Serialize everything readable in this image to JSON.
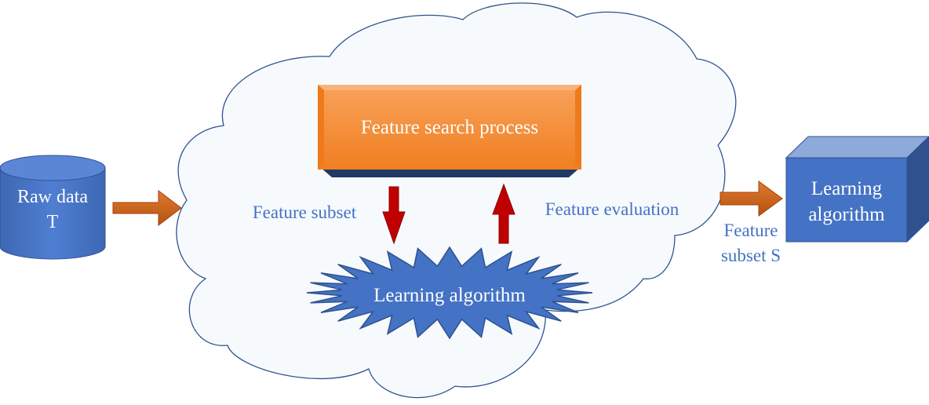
{
  "raw_data": {
    "line1": "Raw data",
    "line2": "T"
  },
  "search_process": {
    "label": "Feature search process"
  },
  "learning_algorithm_inner": {
    "label": "Learning algorithm"
  },
  "feature_subset_label": "Feature subset",
  "feature_evaluation_label": "Feature evaluation",
  "feature_subset_s": {
    "line1": "Feature",
    "line2": "subset S"
  },
  "learning_algorithm_output": {
    "line1": "Learning",
    "line2": "algorithm"
  },
  "colors": {
    "blue_fill": "#4472c4",
    "blue_dark": "#2f528f",
    "orange_fill": "#f58b3a",
    "arrow_orange": "#c55a11",
    "arrow_red": "#c00000",
    "cloud_fill": "#f7fafd",
    "cloud_stroke": "#2f528f",
    "label_blue": "#4472c4"
  }
}
